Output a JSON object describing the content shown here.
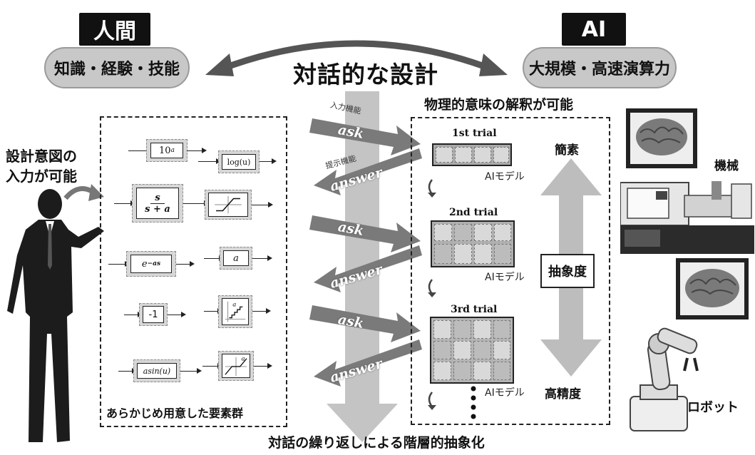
{
  "human": {
    "tag": "人間",
    "pill": "知識・経験・技能"
  },
  "ai": {
    "tag": "AI",
    "pill": "大規模・高速演算力"
  },
  "center_title": "対話的な設計",
  "left_note": {
    "line1": "設計意図の",
    "line2": "入力が可能"
  },
  "left_box": {
    "caption": "あらかじめ用意した要素群",
    "blocks": [
      "10",
      "a",
      "log(u)",
      "s",
      "s + a",
      "e",
      "−as",
      "a",
      "-1",
      "a",
      "asin(u)",
      "a"
    ]
  },
  "dialog": {
    "input_label": "入力機能",
    "present_label": "提示機能",
    "ask": "ask",
    "answer": "answer"
  },
  "right_header": "物理的意味の解釈が可能",
  "right_box": {
    "trials": [
      "1st trial",
      "2nd trial",
      "3rd trial"
    ],
    "ai_model": "AIモデル",
    "simple": "簡素",
    "abstraction": "抽象度",
    "precision": "高精度"
  },
  "machine_label": "機械",
  "robot_label": "ロボット",
  "bottom_caption": "対話の繰り返しによる階層的抽象化"
}
